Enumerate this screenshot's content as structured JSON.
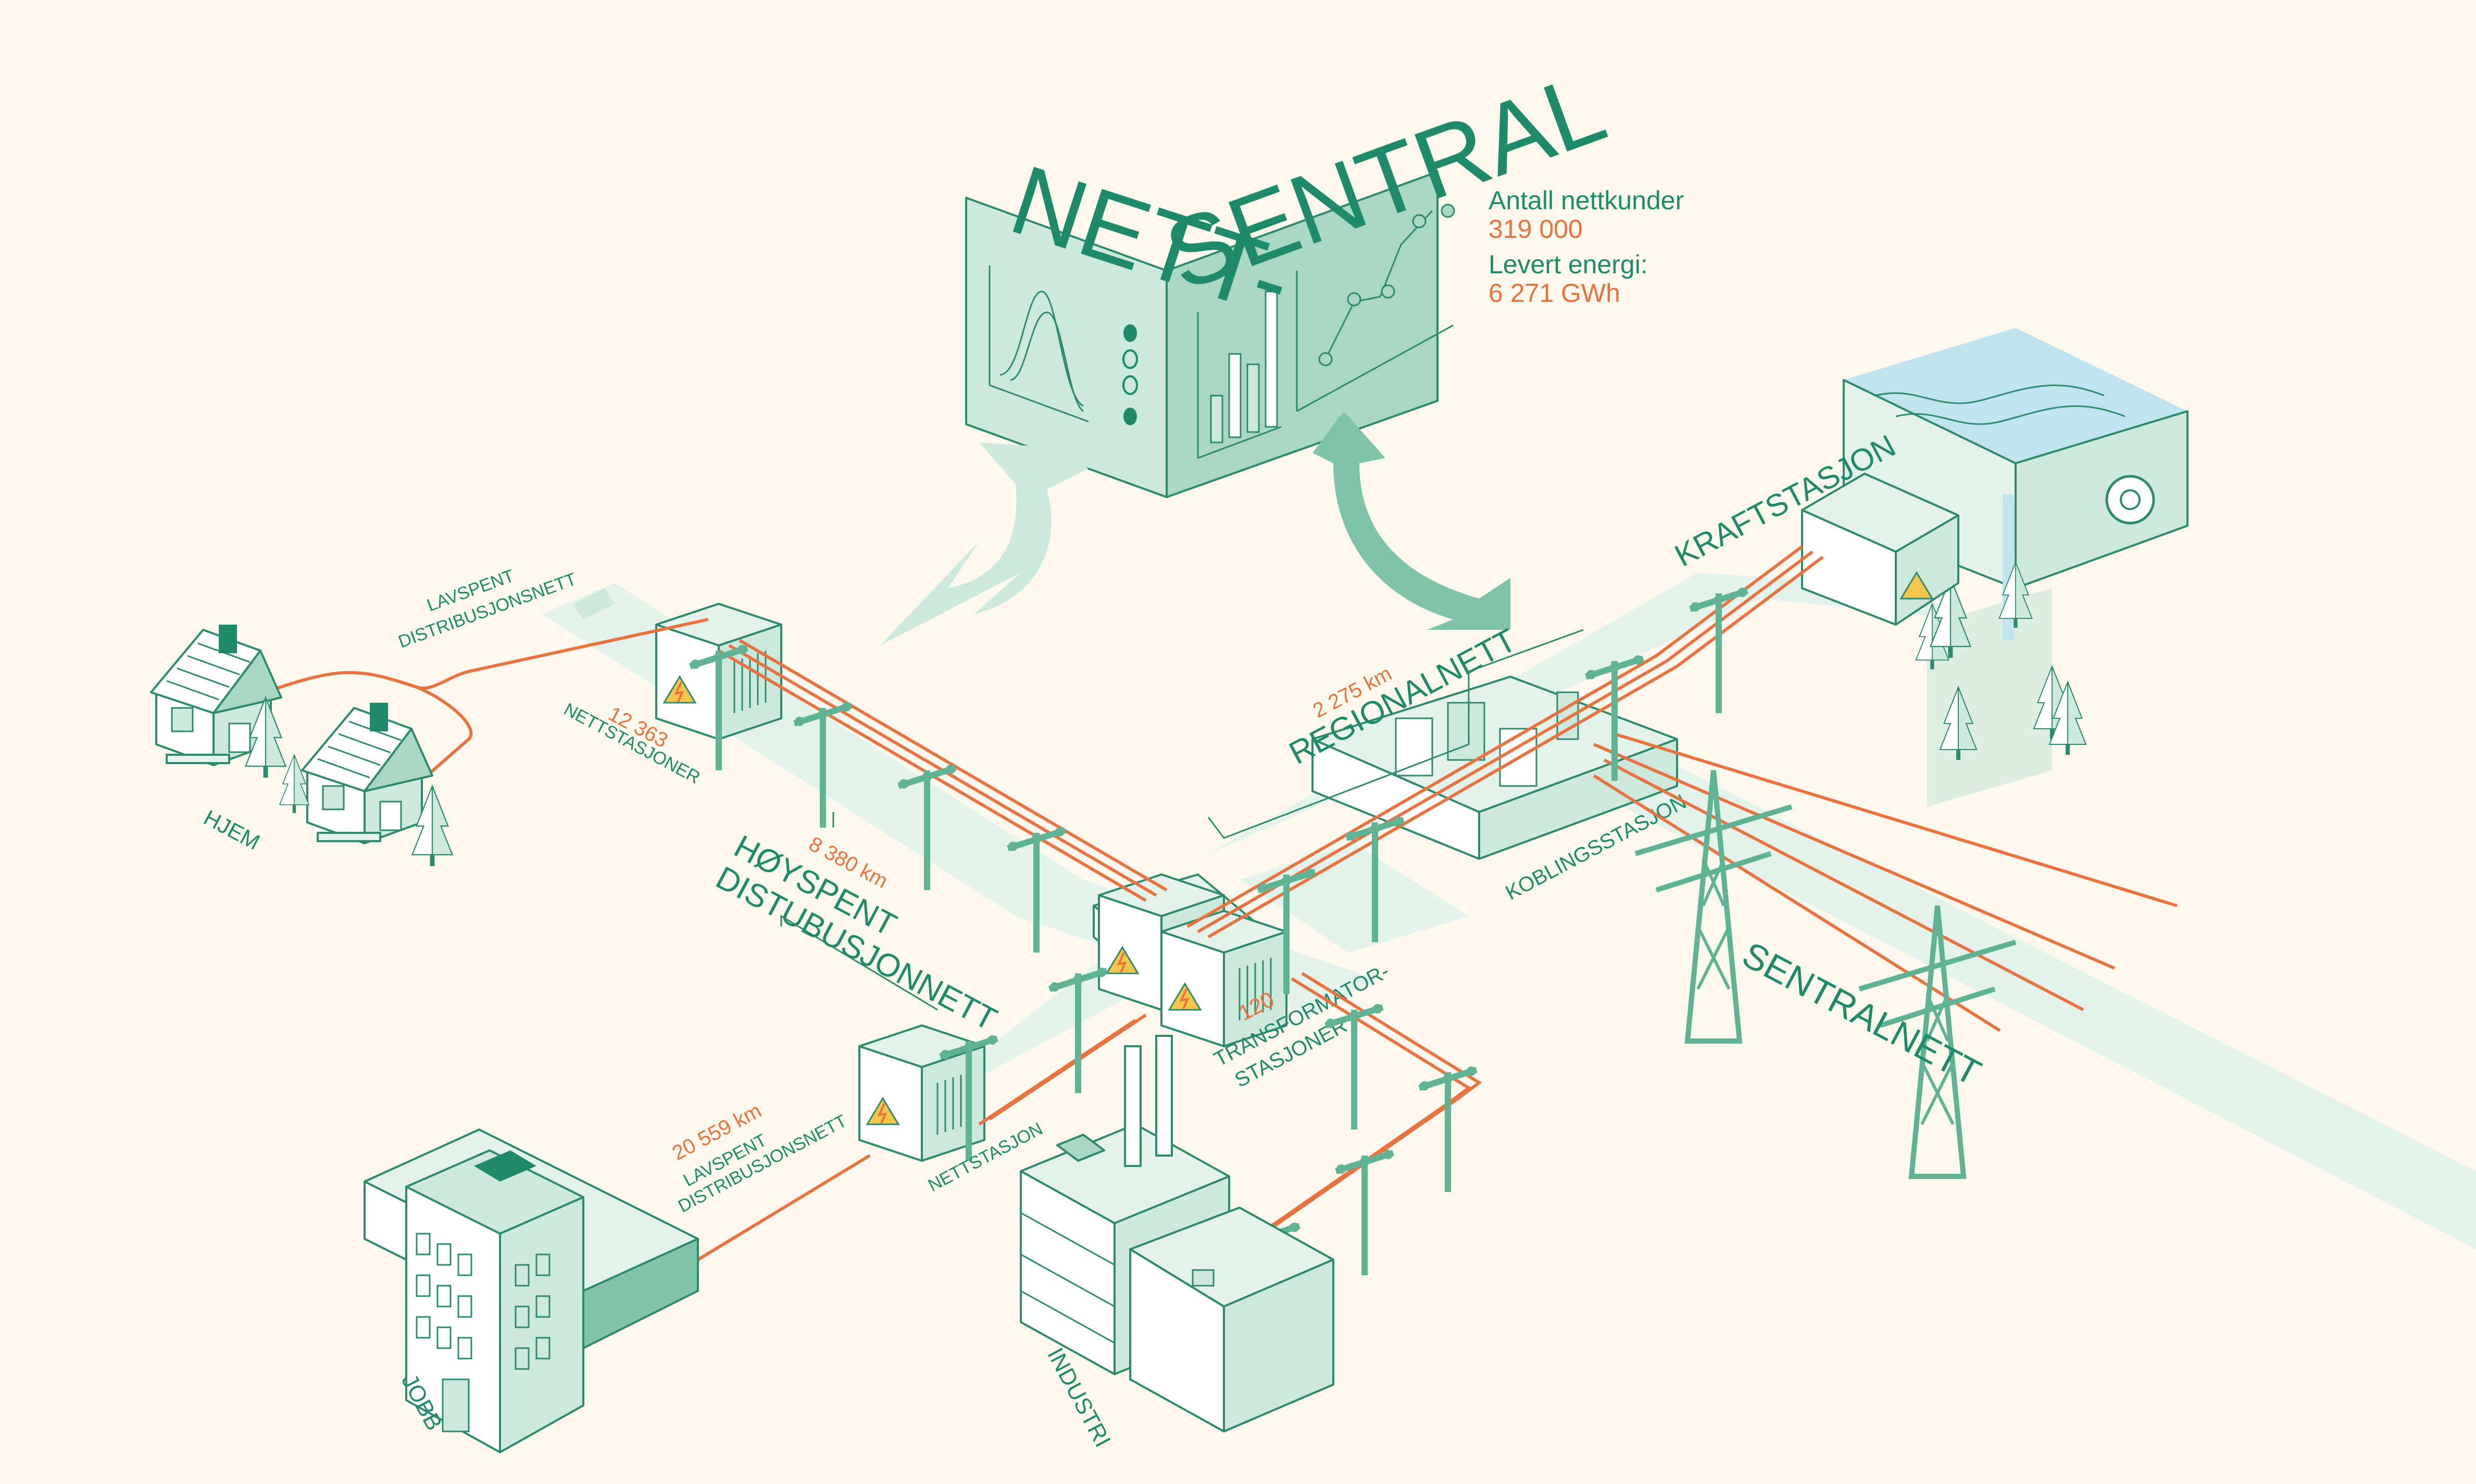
{
  "colors": {
    "background": "#fdf8ee",
    "green": "#1f8a6a",
    "orange": "#e8733f",
    "mint_light": "#e4f2ec",
    "mint": "#cde8dc",
    "mint_mid": "#a9d7c4",
    "mint_dark": "#7fc3a8",
    "water": "#bfe3ef"
  },
  "central": {
    "title_left": "NETT-",
    "title_right": "SENTRAL",
    "customers_label": "Antall nettkunder",
    "customers_value": "319 000",
    "energy_label": "Levert energi:",
    "energy_value": "6 271 GWh"
  },
  "labels": {
    "lowvoltage_top": [
      "LAVSPENT",
      "DISTRIBUSJONSNETT"
    ],
    "substations_top_count": "12 363",
    "substations_top_label": "NETTSTASJONER",
    "home": "HJEM",
    "highvoltage_km": "8 380 km",
    "highvoltage_label": [
      "HØYSPENT",
      "DISTUBUSJONNETT"
    ],
    "regional_km": "2 275 km",
    "regional_label": "REGIONALNETT",
    "power_station": "KRAFTSTASJON",
    "switching_station": "KOBLINGSSTASJON",
    "central_grid": "SENTRALNETT",
    "transformer_count": "120",
    "transformer_label": [
      "TRANSFORMATOR-",
      "STASJONER"
    ],
    "lowvoltage_bottom_km": "20 559 km",
    "lowvoltage_bottom_label": [
      "LAVSPENT",
      "DISTRIBUSJONSNETT"
    ],
    "substation_bottom": "NETTSTASJON",
    "industry": "INDUSTRI",
    "work": "JOBB"
  },
  "icons": [
    "bell-curve-chart-icon",
    "dots-icon",
    "bar-chart-icon",
    "line-chart-icon",
    "warning-lightning-icon",
    "turbine-icon",
    "tree-icon",
    "pylon-icon",
    "utility-pole-icon",
    "house-icon",
    "office-building-icon",
    "factory-icon"
  ]
}
